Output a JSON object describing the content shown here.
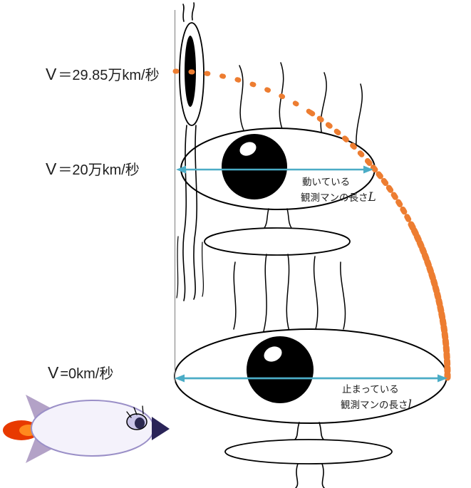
{
  "labels": {
    "v_top": {
      "v": "V",
      "rest": "＝29.85万km/秒"
    },
    "v_mid": {
      "v": "V",
      "rest": "＝20万km/秒"
    },
    "v_bottom": {
      "v": "V",
      "rest": "=0km/秒"
    },
    "moving": {
      "line1": "動いている",
      "line2": "観測マンの長さ",
      "symbol": "L"
    },
    "stationary": {
      "line1": "止まっている",
      "line2": "観測マンの長さ",
      "symbol": "l"
    }
  },
  "colors": {
    "curve": "#ED7D31",
    "arrow": "#4BACC6",
    "axis": "#8C8C8C",
    "ink": "#000000",
    "rocket_body_fill": "#F4F2FB",
    "rocket_outline": "#9A8FC7",
    "rocket_fin": "#B3A2C7",
    "rocket_nose": "#2A2458",
    "flame_outer": "#E83A00",
    "flame_inner": "#FF8A1E",
    "eye_fill": "#CBC6E9",
    "eye_pupil": "#2B2850"
  }
}
